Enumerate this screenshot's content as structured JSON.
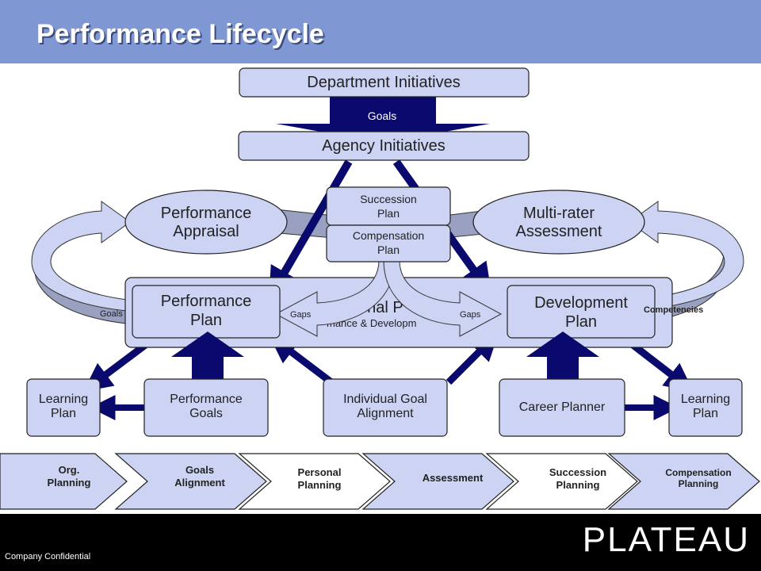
{
  "title": "Performance Lifecycle",
  "footer": {
    "confidential": "Company Confidential",
    "logo": "PLATEAU"
  },
  "top": {
    "department": "Department Initiatives",
    "goals": "Goals",
    "agency": "Agency Initiatives"
  },
  "center": {
    "succession_l1": "Succession",
    "succession_l2": "Plan",
    "compensation_l1": "Compensation",
    "compensation_l2": "Plan",
    "personal_plan_visible": "onal P",
    "personal_sub_visible": "mance & Developm"
  },
  "ellipses": {
    "appraisal_l1": "Performance",
    "appraisal_l2": "Appraisal",
    "multirater_l1": "Multi-rater",
    "multirater_l2": "Assessment"
  },
  "plans": {
    "perf_l1": "Performance",
    "perf_l2": "Plan",
    "dev_l1": "Development",
    "dev_l2": "Plan"
  },
  "labels": {
    "goals_left": "Goals",
    "competencies": "Competencies",
    "gaps_left": "Gaps",
    "gaps_right": "Gaps"
  },
  "bottom_boxes": {
    "learning_left_l1": "Learning",
    "learning_left_l2": "Plan",
    "perf_goals_l1": "Performance",
    "perf_goals_l2": "Goals",
    "goal_align_l1": "Individual Goal",
    "goal_align_l2": "Alignment",
    "career": "Career Planner",
    "learning_right_l1": "Learning",
    "learning_right_l2": "Plan"
  },
  "process_steps": [
    {
      "l1": "Org.",
      "l2": "Planning"
    },
    {
      "l1": "Goals",
      "l2": "Alignment"
    },
    {
      "l1": "Personal",
      "l2": "Planning"
    },
    {
      "l1": "Assessment",
      "l2": ""
    },
    {
      "l1": "Succession",
      "l2": "Planning"
    },
    {
      "l1": "Compensation",
      "l2": "Planning"
    }
  ],
  "colors": {
    "header": "#7f97d3",
    "box_fill": "#ccd3f3",
    "arrow_navy": "#0a0a6e",
    "ring_gray": "#9aa0c0"
  }
}
